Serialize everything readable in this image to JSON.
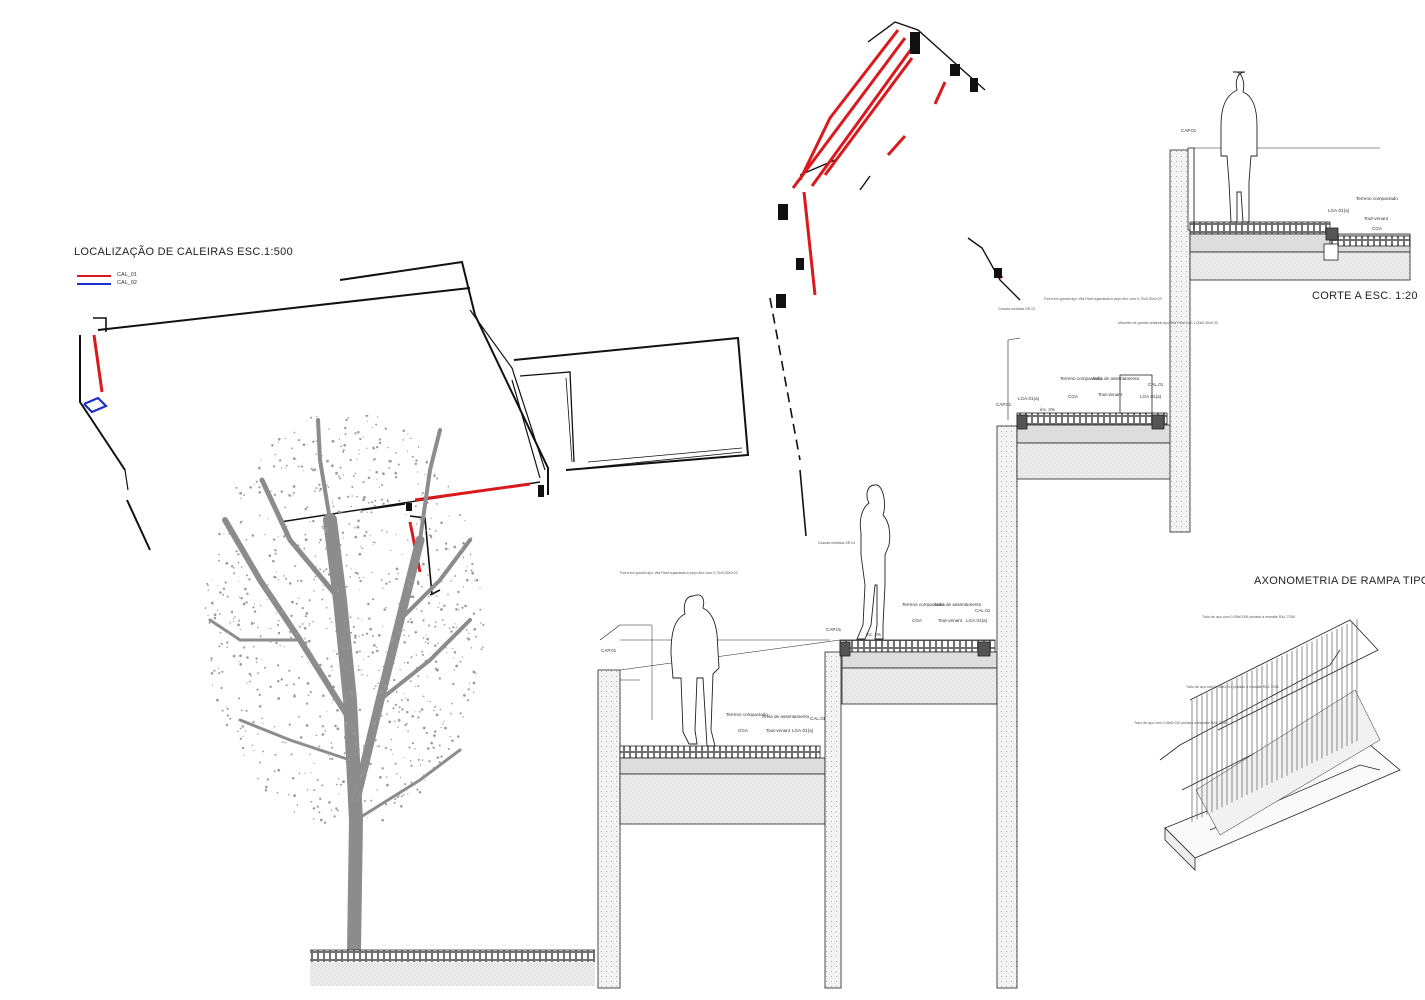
{
  "titles": {
    "plan": "LOCALIZAÇÃO DE CALEIRAS ESC.1:500",
    "section": "CORTE A ESC. 1:20",
    "axonometry": "AXONOMETRIA DE RAMPA TIPO"
  },
  "legend": [
    {
      "label": "CAL_01",
      "color": "#d9191c"
    },
    {
      "label": "CAL_02",
      "color": "#1a2fc4"
    }
  ],
  "section_labels": {
    "cap": "CAP.01",
    "guard": "Guarda metálica SR.01",
    "lining": "Forra em granito tipo Vila Real bujardada à peço fino com 0,70x0,30x0,03",
    "monolith": "Monolito de granito amarelo tipo Vila Real com 1,00x0,30x0,30",
    "terrain": "Terreno compactado",
    "sand": "Areia de assentamento",
    "cga": "CGA",
    "tout": "Tout-venant",
    "lga": "LGA.01(a)",
    "cal": "CAL.01",
    "slope": "inc. 2%"
  },
  "axo_labels": [
    "Tubo de aço com 0.05x0.005 pintado a esmalte RAL 7036",
    "Tubo de aço com 0.05x0.014 pintado a esmalte RAL 7036",
    "Tubo de aço com 0.05x0.020 pintado a esmalte RAL 7036"
  ],
  "colors": {
    "line": "#111111",
    "red": "#d9191c",
    "blue": "#1a2fc4",
    "tree": "#8c8c8c",
    "soil": "#e6e6e6"
  }
}
